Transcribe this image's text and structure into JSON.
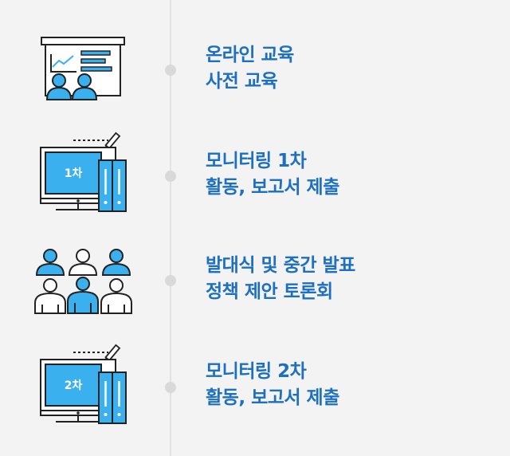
{
  "steps": [
    {
      "icon": "presentation-icon",
      "line1": "온라인 교육",
      "line2": "사전 교육"
    },
    {
      "icon": "monitor-report-icon",
      "badge": "1차",
      "line1": "모니터링 1차",
      "line2": "활동, 보고서 제출"
    },
    {
      "icon": "group-meeting-icon",
      "line1": "발대식 및 중간 발표",
      "line2": "정책 제안 토론회"
    },
    {
      "icon": "monitor-report-icon",
      "badge": "2차",
      "line1": "모니터링 2차",
      "line2": "활동, 보고서 제출"
    }
  ],
  "colors": {
    "accent": "#1d6fc0",
    "icon_fill": "#3ab0ef",
    "outline": "#222222"
  }
}
